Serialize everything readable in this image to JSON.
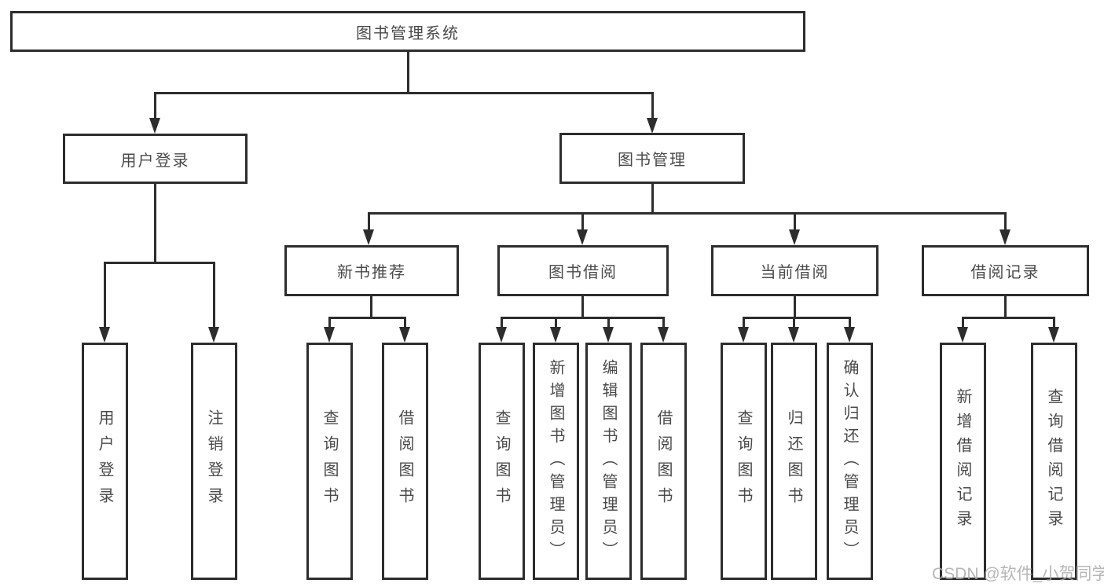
{
  "tree": {
    "root": {
      "label": "图书管理系统"
    },
    "branches": [
      {
        "label": "用户登录",
        "children": [
          {
            "label": "用户登录"
          },
          {
            "label": "注销登录"
          }
        ]
      },
      {
        "label": "图书管理",
        "children": [
          {
            "label": "新书推荐",
            "children": [
              {
                "label": "查询图书"
              },
              {
                "label": "借阅图书"
              }
            ]
          },
          {
            "label": "图书借阅",
            "children": [
              {
                "label": "查询图书"
              },
              {
                "label": "新增图书（管理员）"
              },
              {
                "label": "编辑图书（管理员）"
              },
              {
                "label": "借阅图书"
              }
            ]
          },
          {
            "label": "当前借阅",
            "children": [
              {
                "label": "查询图书"
              },
              {
                "label": "归还图书"
              },
              {
                "label": "确认归还（管理员）"
              }
            ]
          },
          {
            "label": "借阅记录",
            "children": [
              {
                "label": "新增借阅记录"
              },
              {
                "label": "查询借阅记录"
              }
            ]
          }
        ]
      }
    ]
  },
  "watermark": {
    "text": "CSDN @软件_小贺同学"
  },
  "colors": {
    "line": "#2d2d2d",
    "text": "#4a4a4a",
    "background": "#ffffff",
    "watermark": "#aaaaaa"
  }
}
